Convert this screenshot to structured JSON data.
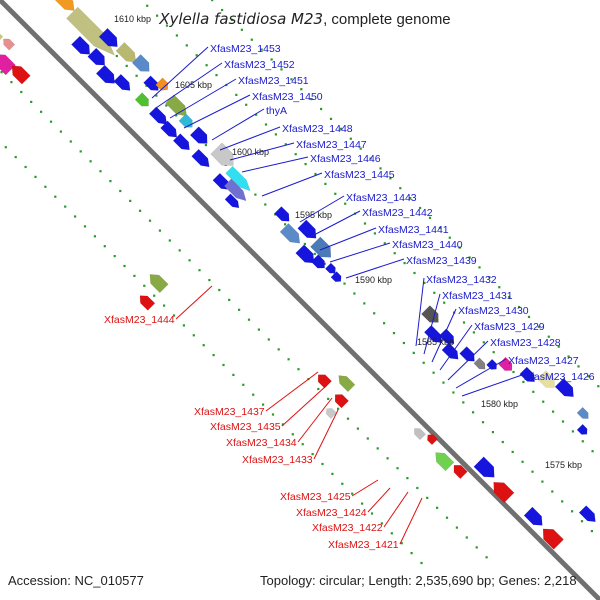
{
  "header": {
    "title_kbp": "1610 kbp",
    "organism": "Xylella fastidiosa M23",
    "title_suffix": ", complete genome"
  },
  "footer": {
    "accession": "Accession: NC_010577",
    "summary": "Topology: circular; Length: 2,535,690 bp; Genes: 2,218"
  },
  "colors": {
    "forward_label": "#1a1acc",
    "reverse_label": "#dd1111",
    "cds": "#1515dd",
    "backbone": "#707070",
    "tick": "#2a9a2a"
  },
  "kbp_ticks": [
    "1605 kbp",
    "1600 kbp",
    "1595 kbp",
    "1590 kbp",
    "1585 kbp",
    "1580 kbp",
    "1575 kbp"
  ],
  "forward_genes": [
    "XfasM23_1453",
    "XfasM23_1452",
    "XfasM23_1451",
    "XfasM23_1450",
    "thyA",
    "XfasM23_1448",
    "XfasM23_1447",
    "XfasM23_1446",
    "XfasM23_1445",
    "XfasM23_1443",
    "XfasM23_1442",
    "XfasM23_1441",
    "XfasM23_1440",
    "XfasM23_1439",
    "XfasM23_1432",
    "XfasM23_1431",
    "XfasM23_1430",
    "XfasM23_1429",
    "XfasM23_1428",
    "XfasM23_1427",
    "XfasM23_1426"
  ],
  "reverse_genes": [
    "XfasM23_1444",
    "XfasM23_1437",
    "XfasM23_1435",
    "XfasM23_1434",
    "XfasM23_1433",
    "XfasM23_1425",
    "XfasM23_1424",
    "XfasM23_1422",
    "XfasM23_1421"
  ]
}
